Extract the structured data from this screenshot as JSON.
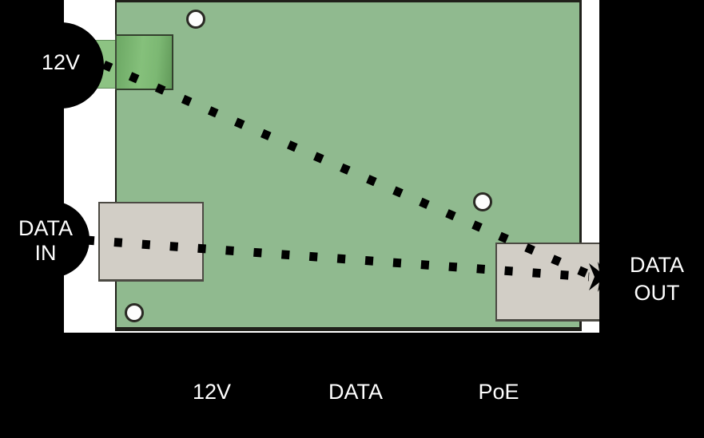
{
  "ports": {
    "power_in": {
      "label": "12V"
    },
    "data_in": {
      "line1": "DATA",
      "line2": "IN"
    },
    "data_out": {
      "line1": "DATA",
      "line2": "OUT"
    }
  },
  "legend": {
    "power": "12V",
    "data": "DATA",
    "poe": "PoE"
  },
  "connections": [
    {
      "from": "12V",
      "to": "DATA OUT",
      "style": "dotted"
    },
    {
      "from": "DATA IN",
      "to": "DATA OUT",
      "style": "dotted"
    }
  ],
  "colors": {
    "board_green": "#90ba8f",
    "terminal_green": "#85c07b",
    "terminal_green_dark": "#629a5a",
    "jack_gray": "#d2cec6",
    "mask_black": "#000000",
    "label_white": "#ffffff",
    "flow_line_black": "#000000"
  }
}
